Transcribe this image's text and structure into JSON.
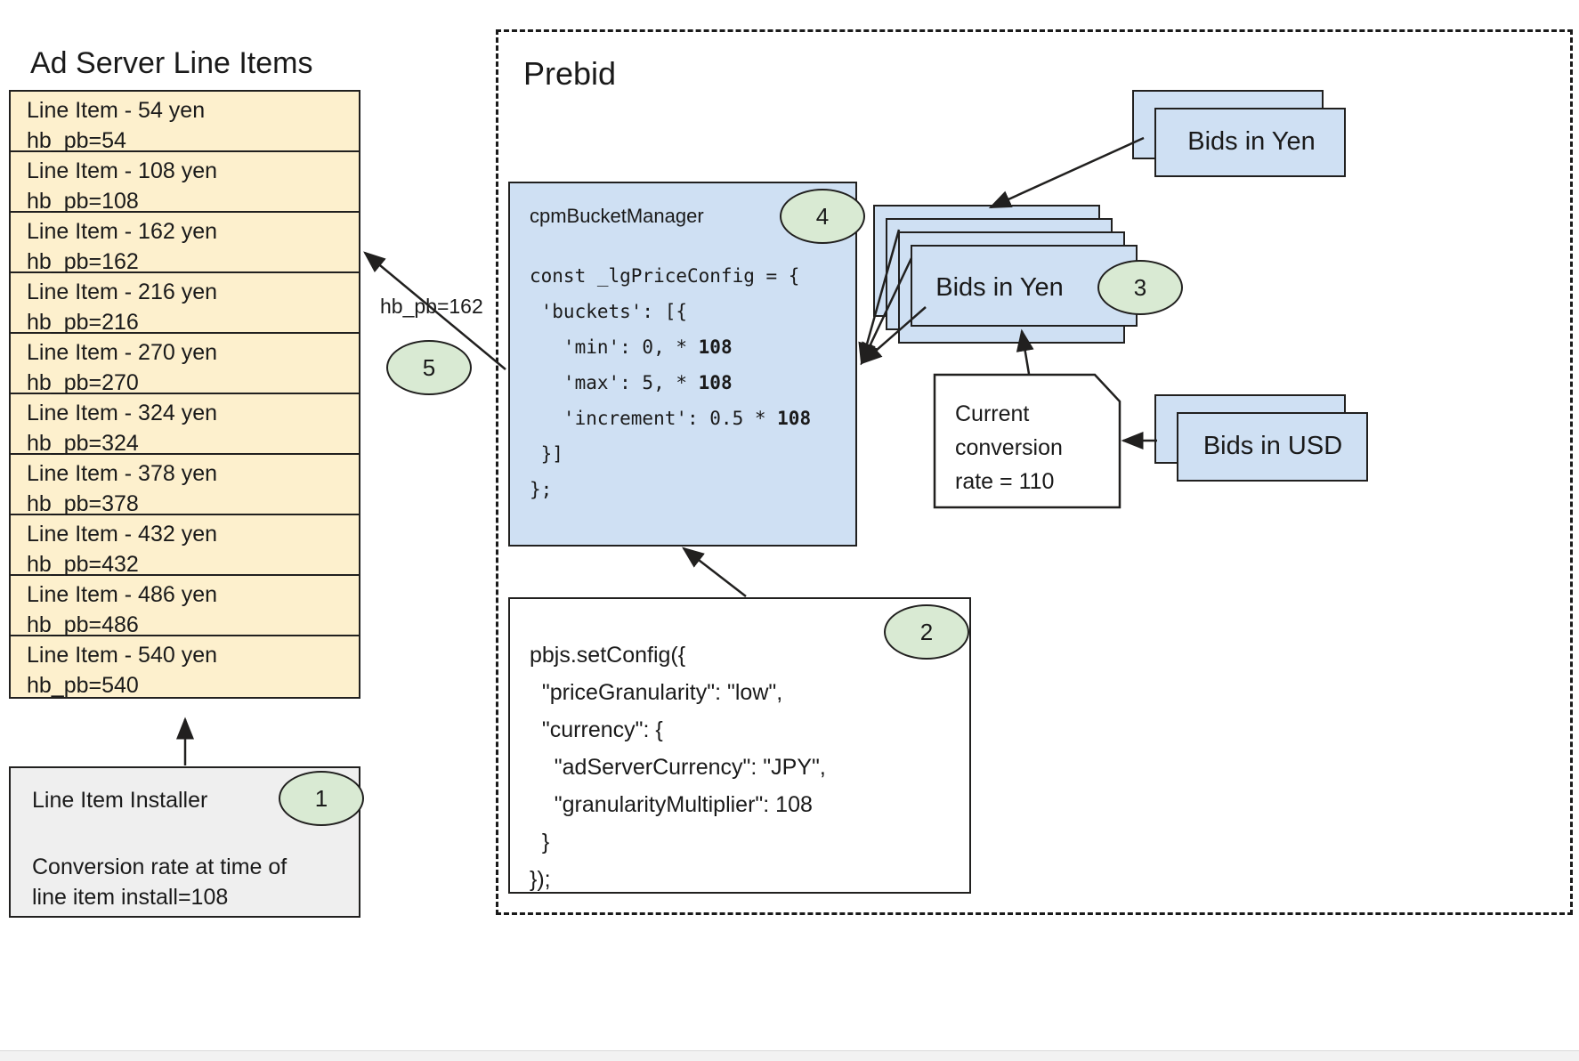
{
  "left_panel": {
    "title": "Ad Server Line Items",
    "line_items": [
      {
        "name": "Line Item - 54 yen",
        "key": "hb_pb=54"
      },
      {
        "name": "Line Item - 108 yen",
        "key": "hb_pb=108"
      },
      {
        "name": "Line Item - 162 yen",
        "key": "hb_pb=162"
      },
      {
        "name": "Line Item - 216 yen",
        "key": "hb_pb=216"
      },
      {
        "name": "Line Item - 270 yen",
        "key": "hb_pb=270"
      },
      {
        "name": "Line Item - 324 yen",
        "key": "hb_pb=324"
      },
      {
        "name": "Line Item - 378 yen",
        "key": "hb_pb=378"
      },
      {
        "name": "Line Item - 432 yen",
        "key": "hb_pb=432"
      },
      {
        "name": "Line Item - 486 yen",
        "key": "hb_pb=486"
      },
      {
        "name": "Line Item - 540 yen",
        "key": "hb_pb=540"
      }
    ],
    "installer": {
      "title": "Line Item Installer",
      "note": "Conversion rate at time of\nline item install=108",
      "badge": "1"
    }
  },
  "prebid": {
    "title": "Prebid",
    "cpm_bucket_manager": {
      "title": "cpmBucketManager",
      "badge": "4",
      "code": "const _lgPriceConfig = {\n 'buckets': [{\n   'min': 0, * 108\n   'max': 5, * 108\n   'increment': 0.5 * 108\n }]\n};"
    },
    "set_config": {
      "badge": "2",
      "code": "pbjs.setConfig({\n  \"priceGranularity\": \"low\",\n  \"currency\": {\n    \"adServerCurrency\": \"JPY\",\n    \"granularityMultiplier\": 108\n  }\n});"
    },
    "bids_yen_incoming": {
      "label": "Bids in Yen"
    },
    "bids_yen_stack": {
      "label": "Bids in Yen",
      "badge": "3",
      "count": 4
    },
    "bids_usd": {
      "label": "Bids in USD"
    },
    "conversion_note": {
      "text": "Current\nconversion\nrate = 110"
    }
  },
  "connections": {
    "hb_pb_label": "hb_pb=162",
    "badge_5": "5"
  },
  "colors": {
    "line_item_fill": "#fdf0cd",
    "blue_fill": "#cfe0f3",
    "badge_fill": "#d9ead3",
    "gray_fill": "#efefef",
    "stroke": "#21201f"
  }
}
